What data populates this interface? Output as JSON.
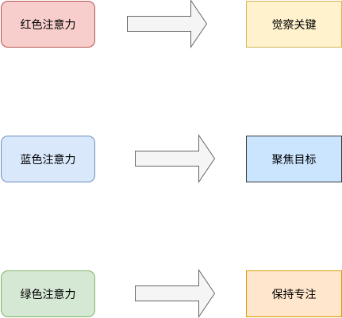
{
  "rows": [
    {
      "source": {
        "label": "红色注意力",
        "fill": "#f8cecc",
        "stroke": "#b85450"
      },
      "target": {
        "label": "觉察关键",
        "fill": "#fff2cc",
        "stroke": "#d6b656"
      }
    },
    {
      "source": {
        "label": "蓝色注意力",
        "fill": "#dae8fc",
        "stroke": "#6c8ebf"
      },
      "target": {
        "label": "聚焦目标",
        "fill": "#cce5ff",
        "stroke": "#36393d"
      }
    },
    {
      "source": {
        "label": "绿色注意力",
        "fill": "#d5e8d4",
        "stroke": "#82b366"
      },
      "target": {
        "label": "保持专注",
        "fill": "#ffe6cc",
        "stroke": "#d79b00"
      }
    }
  ],
  "arrow": {
    "fill": "#f5f5f5",
    "stroke": "#666666"
  }
}
